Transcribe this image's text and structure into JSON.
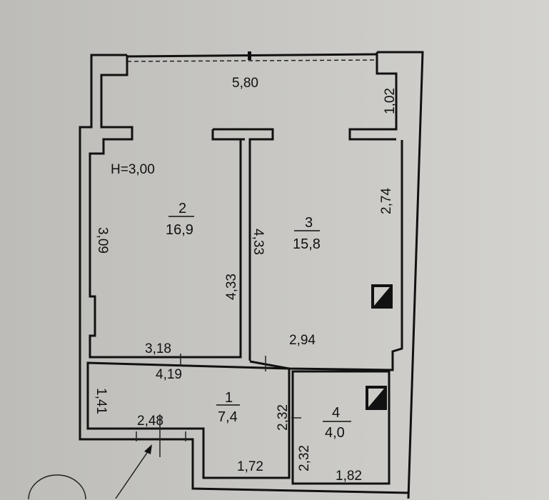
{
  "plan": {
    "ceiling_height": "H=3,00",
    "rooms": [
      {
        "number": "1",
        "area": "7,4"
      },
      {
        "number": "2",
        "area": "16,9"
      },
      {
        "number": "3",
        "area": "15,8"
      },
      {
        "number": "4",
        "area": "4,0"
      }
    ],
    "dimensions": {
      "top_width": "5,80",
      "right_pier": "1,02",
      "room3_right": "2,74",
      "room2_left": "3,09",
      "room2_right": "4,33",
      "room3_left": "4,33",
      "room2_bottom": "3,18",
      "room3_bottom": "2,94",
      "room1_top": "4,19",
      "room1_left": "1,41",
      "room1_entry": "2,48",
      "room1_right": "2,32",
      "room1_bottom": "1,72",
      "room4_left": "2,32",
      "room4_bottom": "1,82"
    },
    "colors": {
      "paper": "#c8c7c3",
      "ink": "#111111"
    }
  }
}
